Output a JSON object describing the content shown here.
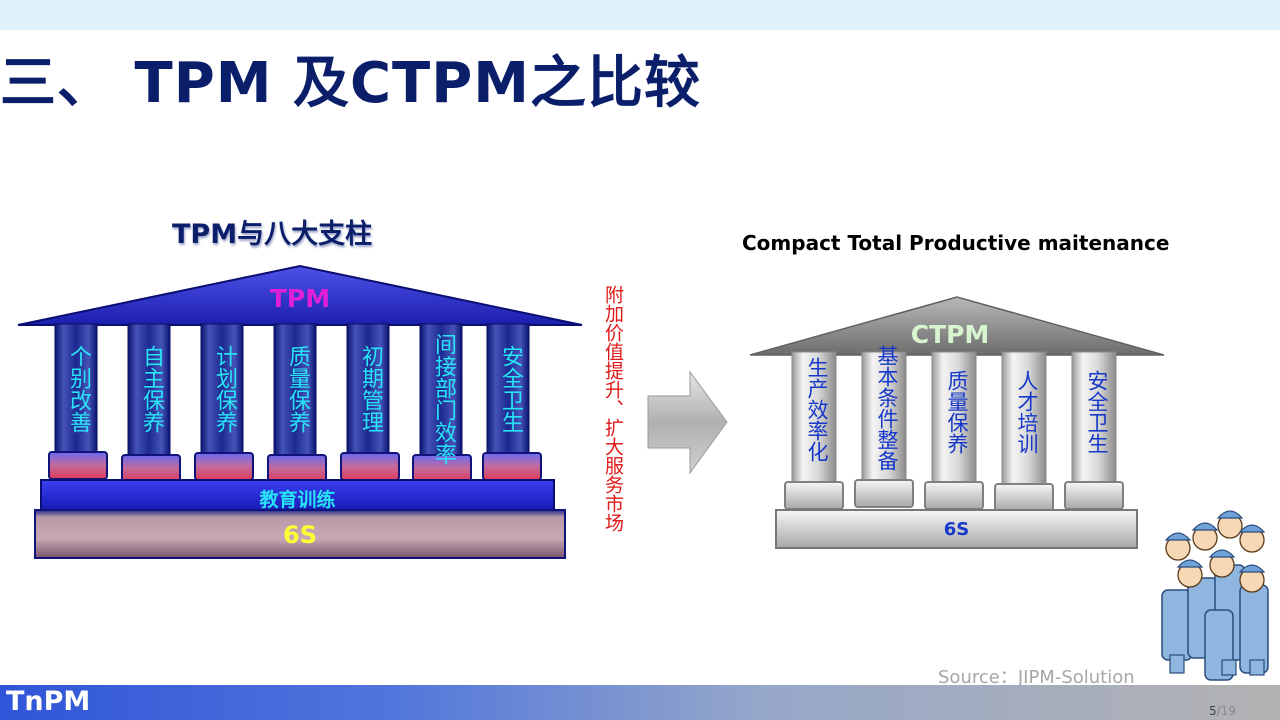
{
  "title": "三、 TPM 及CTPM之比较",
  "left": {
    "heading": "TPM与八大支柱",
    "roof": "TPM",
    "pillars": [
      "个别改善",
      "自主保养",
      "计划保养",
      "质量保养",
      "初期管理",
      "间接部门效率",
      "安全卫生"
    ],
    "education": "教育训练",
    "foundation": "6S"
  },
  "side_note": "附加价值提升、扩大服务市场",
  "right": {
    "heading": "Compact  Total Productive maitenance",
    "roof": "CTPM",
    "pillars": [
      "生产效率化",
      "基本条件整备",
      "质量保养",
      "人才培训",
      "安全卫生"
    ],
    "foundation": "6S"
  },
  "source": "Source：JIPM-Solution",
  "footer": {
    "brand": "TnPM",
    "page": "5",
    "total": "/19"
  },
  "colors": {
    "title": "#0a1e6a",
    "pillar_text": "#27e3f5",
    "ctpm_text": "#1738c8",
    "side_note": "#e01a1a",
    "tpm_roof_text": "#e020d8",
    "foundation_text": "#ffff33"
  },
  "icons": {
    "arrow": "arrow-right-icon",
    "illustration": "workers-illustration"
  }
}
